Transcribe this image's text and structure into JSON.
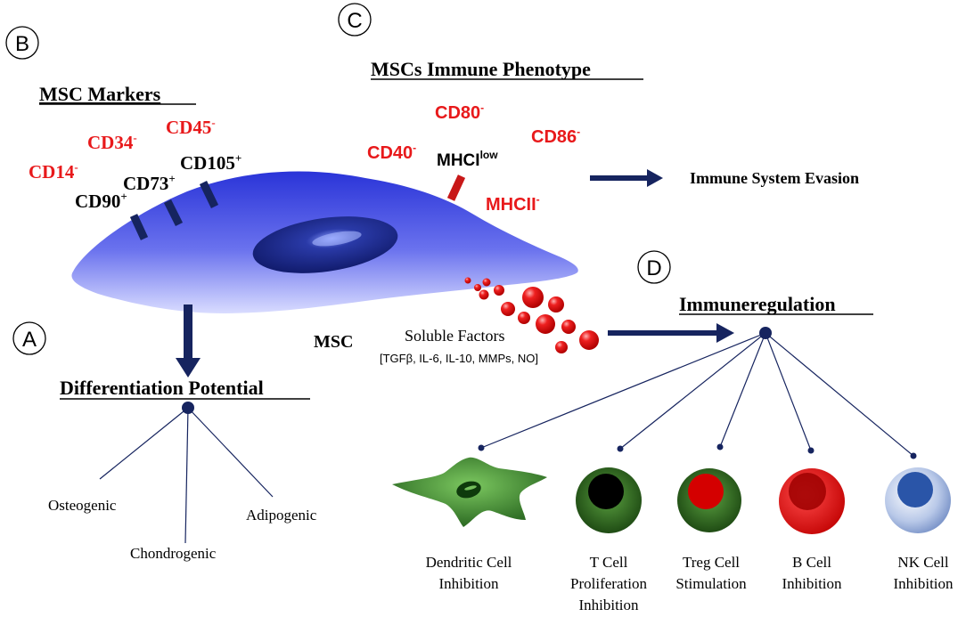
{
  "panels": {
    "a": "A",
    "b": "B",
    "c": "C",
    "d": "D"
  },
  "headings": {
    "msc_markers": "MSC Markers",
    "immune_phenotype": "MSCs Immune Phenotype",
    "differentiation": "Differentiation Potential",
    "immuneregulation": "Immuneregulation"
  },
  "markers": {
    "cd14": {
      "base": "CD14",
      "sup": "-"
    },
    "cd34": {
      "base": "CD34",
      "sup": "-"
    },
    "cd45": {
      "base": "CD45",
      "sup": "-"
    },
    "cd90": {
      "base": "CD90",
      "sup": "+"
    },
    "cd73": {
      "base": "CD73",
      "sup": "+"
    },
    "cd105": {
      "base": "CD105",
      "sup": "+"
    }
  },
  "phenotype": {
    "cd80": {
      "base": "CD80",
      "sup": "-"
    },
    "cd86": {
      "base": "CD86",
      "sup": "-"
    },
    "cd40": {
      "base": "CD40",
      "sup": "-"
    },
    "mhci": {
      "base": "MHCI",
      "sup": "low"
    },
    "mhcii": {
      "base": "MHCII",
      "sup": "-"
    }
  },
  "evasion_label": "Immune System Evasion",
  "cell_label": "MSC",
  "soluble": {
    "title": "Soluble Factors",
    "list": "[TGFβ, IL-6, IL-10, MMPs, NO]"
  },
  "lineages": [
    "Osteogenic",
    "Chondrogenic",
    "Adipogenic"
  ],
  "targets": [
    {
      "line1": "Dendritic Cell",
      "line2": "Inhibition",
      "line3": ""
    },
    {
      "line1": "T Cell",
      "line2": "Proliferation",
      "line3": "Inhibition"
    },
    {
      "line1": "Treg Cell",
      "line2": "Stimulation",
      "line3": ""
    },
    {
      "line1": "B Cell",
      "line2": "Inhibition",
      "line3": ""
    },
    {
      "line1": "NK Cell",
      "line2": "Inhibition",
      "line3": ""
    }
  ],
  "colors": {
    "navy": "#16245f",
    "red_label": "#e8191b",
    "cell_blue": "#4a55e6",
    "dendritic_green": "#3b8a2c",
    "b_red": "#e01010",
    "nk_blue": "#2a55a8"
  }
}
